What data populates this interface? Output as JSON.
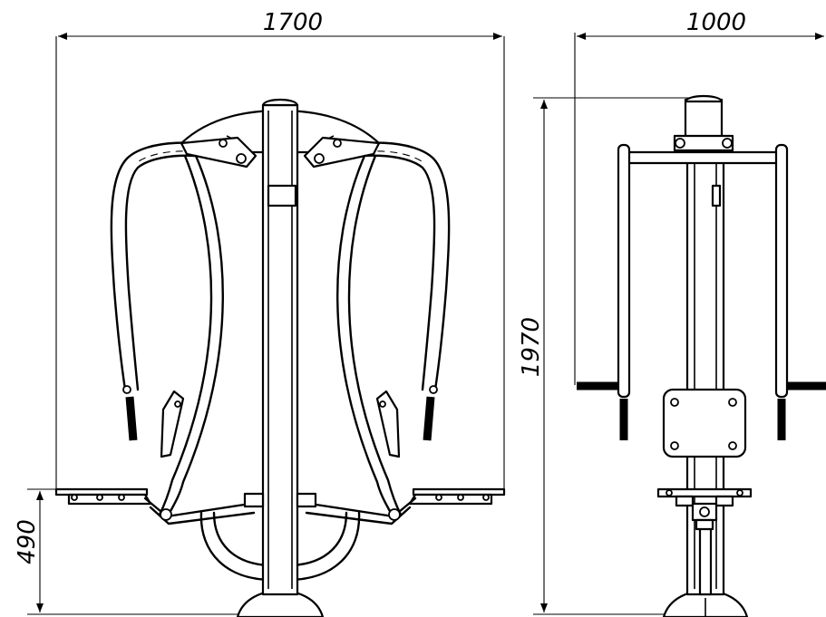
{
  "front_view": {
    "width_dimension": "1700",
    "seat_height_dimension": "490"
  },
  "side_view": {
    "depth_dimension": "1000",
    "height_dimension": "1970"
  }
}
